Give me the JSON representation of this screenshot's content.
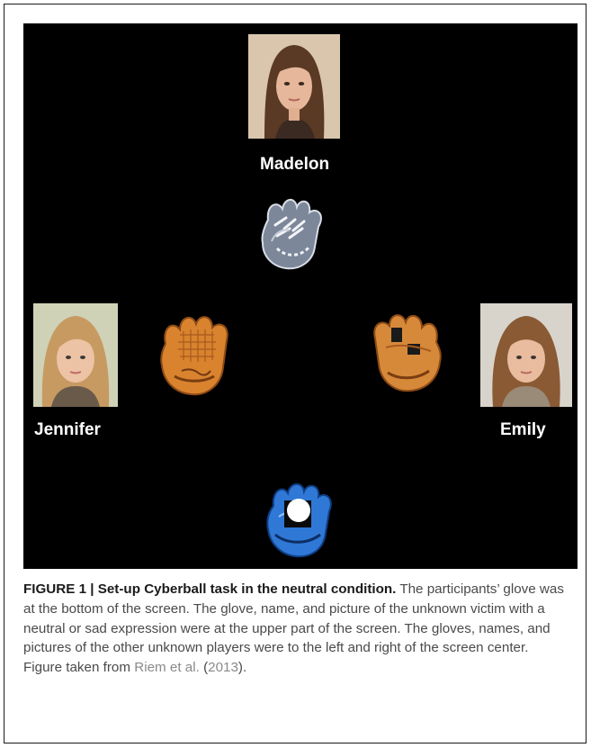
{
  "figure": {
    "players": {
      "top": {
        "name": "Madelon"
      },
      "left": {
        "name": "Jennifer"
      },
      "right": {
        "name": "Emily"
      }
    },
    "icons": {
      "top_glove": "gray-baseball-glove-icon",
      "left_glove": "orange-baseball-glove-icon",
      "right_glove": "orange-baseball-glove-icon",
      "bottom_glove": "blue-baseball-glove-icon",
      "ball": "ball-icon"
    },
    "colors": {
      "screen_background": "#000000",
      "name_text": "#ffffff",
      "glove_orange": "#d9832f",
      "glove_blue": "#2f78d6",
      "glove_gray": "#8a95a8",
      "citation_link": "#8a8a8a"
    }
  },
  "caption": {
    "label": "FIGURE 1 | Set-up Cyberball task in the neutral condition.",
    "text_before_citation": " The participants’ glove was at the bottom of the screen. The glove, name, and picture of the unknown victim with a neutral or sad expression were at the upper part of the screen. The gloves, names, and pictures of the other unknown players were to the left and right of the screen center. Figure taken from ",
    "citation_authors": "Riem et al.",
    "citation_open": " (",
    "citation_year": "2013",
    "citation_close": ")."
  }
}
